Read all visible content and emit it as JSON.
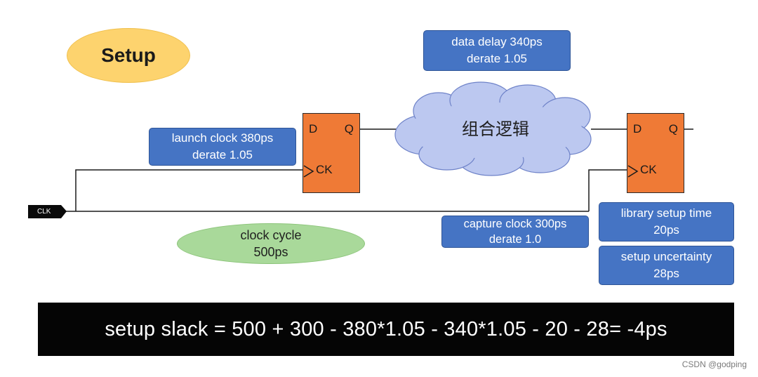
{
  "title": "Setup",
  "data_delay": {
    "line1": "data delay 340ps",
    "line2": "derate 1.05"
  },
  "launch_clock": {
    "line1": "launch clock 380ps",
    "line2": "derate 1.05"
  },
  "capture_clock": {
    "line1": "capture clock 300ps",
    "line2": "derate 1.0"
  },
  "library_setup": {
    "line1": "library setup time",
    "line2": "20ps"
  },
  "setup_uncertainty": {
    "line1": "setup uncertainty",
    "line2": "28ps"
  },
  "clock_cycle": {
    "line1": "clock cycle",
    "line2": "500ps"
  },
  "logic_cloud": "组合逻辑",
  "clk_label": "CLK",
  "flipflop": {
    "d": "D",
    "q": "Q",
    "ck": "CK"
  },
  "formula": "setup slack = 500 + 300 - 380*1.05 - 340*1.05 - 20 - 28= -4ps",
  "watermark": "CSDN @godping",
  "colors": {
    "box_blue": "#4574c4",
    "flipflop_orange": "#ef7a36",
    "title_yellow": "#fdd36e",
    "cycle_green": "#a9d99a",
    "cloud_blue": "#bcc8f0"
  }
}
